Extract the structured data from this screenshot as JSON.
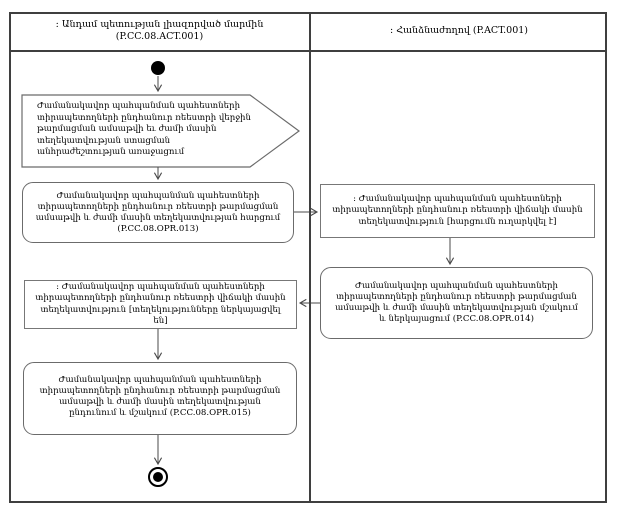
{
  "diagram": {
    "type": "uml-activity-swimlane",
    "lanes": {
      "left": {
        "title": ": Անդամ պետության լիազորված մարմին (P.CC.08.ACT.001)"
      },
      "right": {
        "title": ": Հանձնաժողով (P.ACT.001)"
      }
    },
    "nodes": {
      "start": {
        "kind": "initial-node"
      },
      "signal": {
        "kind": "send-signal",
        "text": "Ժամանակավոր պահպանման պահեստների տիրապետողների ընդհանուր ռեեստրի վերջին թարմացման ամսաթվի եւ ժամի մասին տեղեկատվության ստացման անհրաժեշտության առաջացում"
      },
      "opr013": {
        "kind": "action",
        "text": "Ժամանակավոր պահպանման պահեստների տիրապետողների ընդհանուր ռեեստրի թարմացման ամսաթվի և ժամի մասին տեղեկատվության հարցում (P.CC.08.OPR.013)"
      },
      "obj_sent": {
        "kind": "object-node",
        "text": ": Ժամանակավոր պահպանման պահեստների տիրապետողների ընդհանուր ռեեստրի վիճակի մասին տեղեկատվություն [հարցումն ուղարկվել է]"
      },
      "opr014": {
        "kind": "action",
        "text": "Ժամանակավոր պահպանման պահեստների տիրապետողների ընդհանուր ռեեստրի թարմացման ամսաթվի և ժամի մասին տեղեկատվության մշակում և ներկայացում (P.CC.08.OPR.014)"
      },
      "obj_presented": {
        "kind": "object-node",
        "text": ": Ժամանակավոր պահպանման պահեստների տիրապետողների ընդհանուր ռեեստրի վիճակի մասին տեղեկատվություն [տեղեկությունները ներկայացվել են]"
      },
      "opr015": {
        "kind": "action",
        "text": "Ժամանակավոր պահպանման պահեստների տիրապետողների ընդհանուր ռեեստրի թարմացման ամսաթվի և ժամի մասին տեղեկատվության ընդունում և մշակում (P.CC.08.OPR.015)"
      },
      "end": {
        "kind": "final-node"
      }
    },
    "edges": [
      {
        "from": "start",
        "to": "signal"
      },
      {
        "from": "signal",
        "to": "opr013"
      },
      {
        "from": "opr013",
        "to": "obj_sent"
      },
      {
        "from": "obj_sent",
        "to": "opr014"
      },
      {
        "from": "opr014",
        "to": "obj_presented"
      },
      {
        "from": "obj_presented",
        "to": "opr015"
      },
      {
        "from": "opr015",
        "to": "end"
      }
    ],
    "colors": {
      "frame": "#3f3f3f",
      "node_border": "#6b6b6b",
      "connector": "#4a4a4a",
      "fill": "#ffffff",
      "text": "#000000"
    }
  }
}
